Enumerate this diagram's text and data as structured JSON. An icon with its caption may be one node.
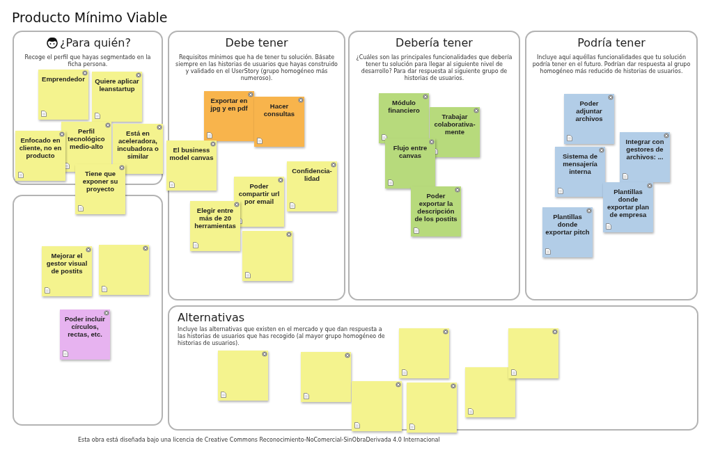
{
  "diagram": {
    "title": "Producto Mínimo Viable",
    "nodes": [
      {
        "text": [
          "¿Para quién?",
          "Recoge el perfil que hayas segmentado en la ficha persona."
        ]
      },
      {
        "text": [
          "Emprendedor"
        ],
        "in": 0
      },
      {
        "text": [
          "Quiere aplicar leanstartup"
        ],
        "in": 0
      },
      {
        "text": [
          "Perfil tecnológico medio-alto"
        ],
        "in": 0
      },
      {
        "text": [
          "Enfocado en cliente, no en producto"
        ],
        "in": 0
      },
      {
        "text": [
          "Está en aceleradora, incubadora o similar"
        ],
        "in": 0
      },
      {
        "text": [
          "Tiene que exponer su proyecto"
        ]
      },
      {
        "text": [],
        "shape": "box"
      },
      {
        "text": [
          "Mejorar el gestor visual de postits"
        ],
        "in": 7
      },
      {
        "text": [],
        "shape": "box",
        "in": 7
      },
      {
        "text": [
          "Poder incluir círculos, rectas, etc."
        ],
        "in": 7
      },
      {
        "text": [
          "Debe tener",
          "Requisitos mínimos que ha de tener tu solución. Básate siempre en las historias de usuarios que hayas construido y validado en el UserStory (grupo homogéneo más numeroso)."
        ]
      },
      {
        "text": [
          "Exportar en jpg y en pdf"
        ],
        "in": 11
      },
      {
        "text": [
          "Hacer consultas"
        ],
        "in": 11
      },
      {
        "text": [
          "El business model canvas"
        ],
        "in": 11
      },
      {
        "text": [
          "Confidencia-lidad"
        ],
        "in": 11
      },
      {
        "text": [
          "Poder compartir url por email"
        ],
        "in": 11
      },
      {
        "text": [
          "Elegir entre más de 20 herramientas"
        ],
        "in": 11
      },
      {
        "text": [],
        "shape": "box",
        "in": 11
      },
      {
        "text": [
          "Debería tener",
          "¿Cuáles son las principales funcionalidades que debería tener tu solución para llegar al siguiente nivel de desarrollo? Para dar respuesta al siguiente grupo de historias de usuarios."
        ]
      },
      {
        "text": [
          "Módulo financiero"
        ],
        "in": 19
      },
      {
        "text": [
          "Trabajar colaborativa-mente"
        ],
        "in": 19
      },
      {
        "text": [
          "Flujo entre canvas"
        ],
        "in": 19
      },
      {
        "text": [
          "Poder exportar la descripción de los postits"
        ],
        "in": 19
      },
      {
        "text": [
          "Podría tener",
          "Incluye aquí aquéllas funcionalidades que tu solución podría tener en el futuro. Podrían dar respuesta al grupo homogéneo más reducido de historias de usuarios."
        ]
      },
      {
        "text": [
          "Poder adjuntar archivos"
        ],
        "in": 24
      },
      {
        "text": [
          "Integrar con gestores de archivos: ..."
        ],
        "in": 24
      },
      {
        "text": [
          "Sistema de mensajería interna"
        ],
        "in": 24
      },
      {
        "text": [
          "Plantillas donde exportar plan de empresa"
        ],
        "in": 24
      },
      {
        "text": [
          "Plantillas donde exportar pitch"
        ],
        "in": 24
      },
      {
        "text": [
          "Alternativas",
          "Incluye las alternativas que existen en el mercado y que dan respuesta a las historias de usuarios que has recogido (al mayor grupo homogéneo de historias de usuarios)."
        ]
      },
      {
        "text": [],
        "shape": "box",
        "in": 30
      },
      {
        "text": [],
        "shape": "box",
        "in": 30
      },
      {
        "text": [],
        "shape": "box",
        "in": 30
      },
      {
        "text": [],
        "shape": "box",
        "in": 30
      },
      {
        "text": [],
        "shape": "box",
        "in": 30
      },
      {
        "text": [],
        "shape": "box",
        "in": 30
      },
      {
        "text": [],
        "shape": "box",
        "in": 30
      }
    ],
    "labels": [
      "Esta obra está diseñada bajo una licencia de Creative Commons Reconocimiento-NoComercial-SinObraDerivada 4.0 Internacional"
    ]
  }
}
